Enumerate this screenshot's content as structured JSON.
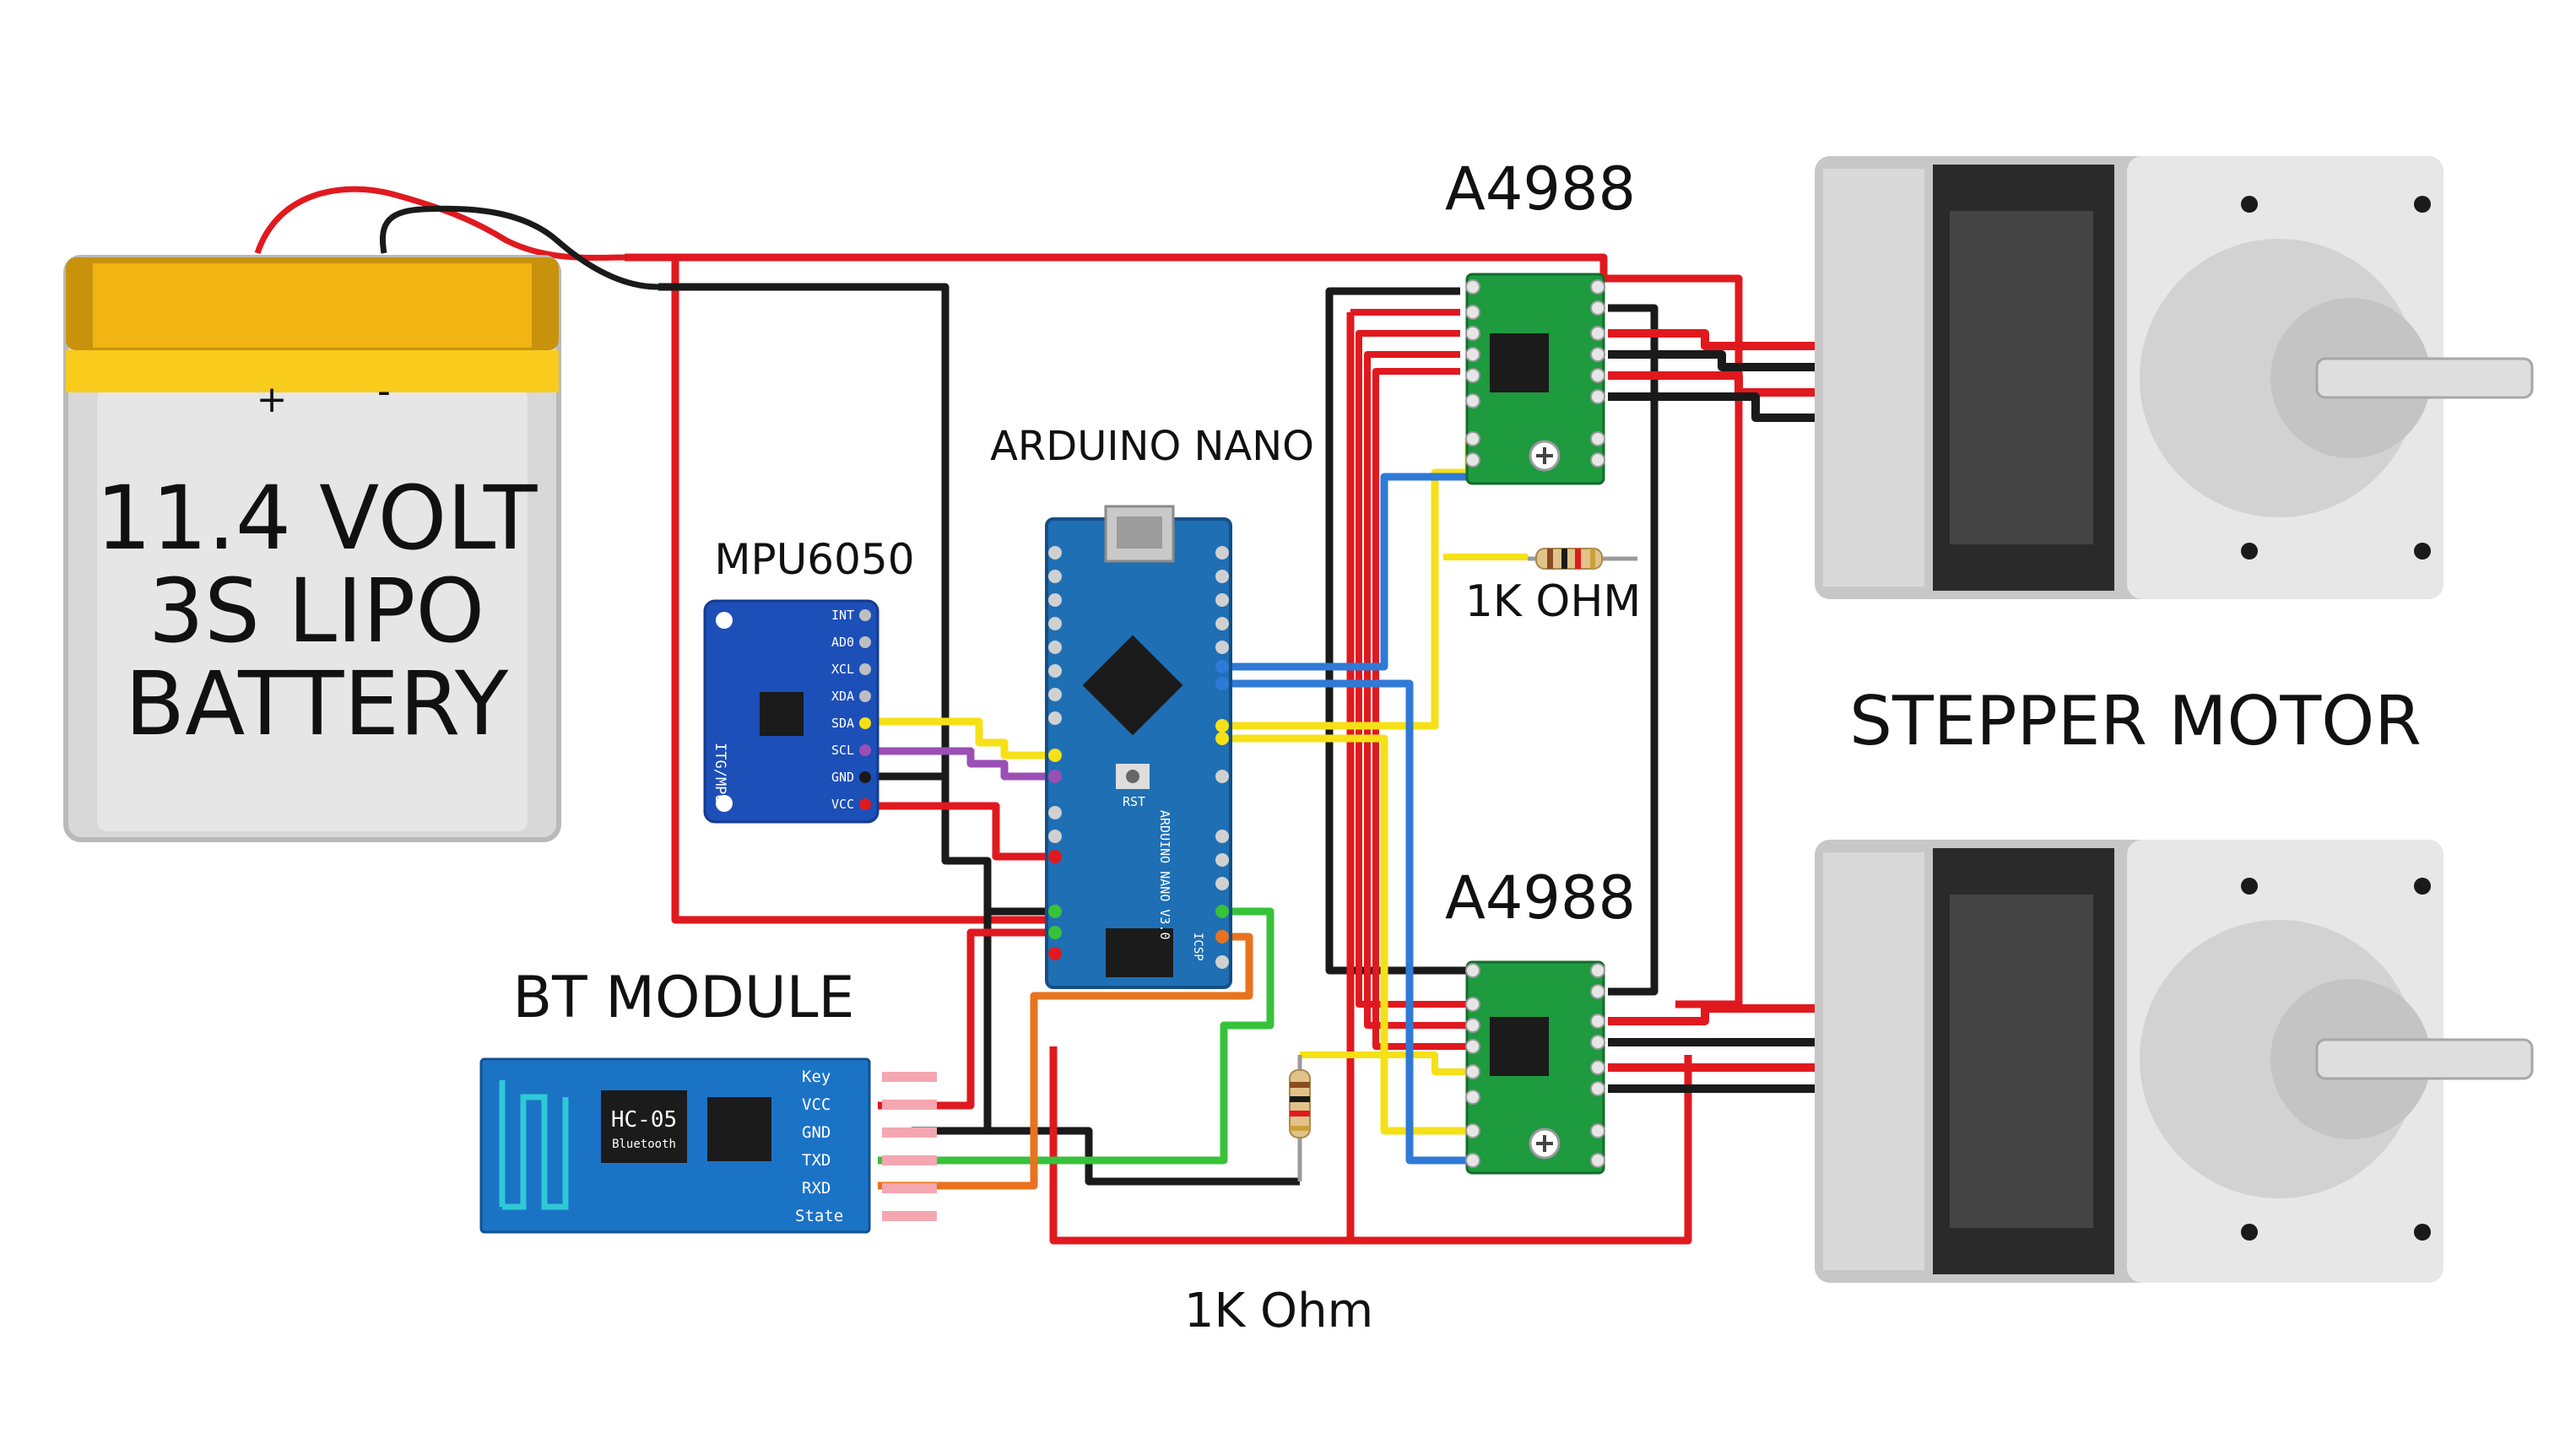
{
  "battery": {
    "plus": "+",
    "minus": "-",
    "line1": "11.4 VOLT",
    "line2": "3S LIPO",
    "line3": "BATTERY"
  },
  "mpu": {
    "title": "MPU6050",
    "pins": [
      "INT",
      "AD0",
      "XCL",
      "XDA",
      "SDA",
      "SCL",
      "GND",
      "VCC"
    ],
    "chip_text": "ITG/MPU"
  },
  "nano": {
    "title": "ARDUINO NANO",
    "board_text": "ARDUINO NANO V3.0",
    "icsp": "ICSP",
    "rst": "RST"
  },
  "drivers": {
    "top": "A4988",
    "bottom": "A4988"
  },
  "resistors": {
    "top_label": "1K OHM",
    "bottom_label": "1K Ohm"
  },
  "bt": {
    "title": "BT MODULE",
    "chip": "HC-05",
    "chip_sub": "Bluetooth",
    "pins": [
      "Key",
      "VCC",
      "GND",
      "TXD",
      "RXD",
      "State"
    ]
  },
  "motors": {
    "label": "STEPPER MOTOR"
  },
  "colors": {
    "red": "#e0191f",
    "black": "#1a1a1a",
    "yellow": "#f6e017",
    "blue": "#2f7ad6",
    "green": "#37c23a",
    "orange": "#e8731e",
    "purple": "#9b4fb5",
    "nano_board": "#1f6fb5",
    "mpu_board": "#1d4fb8",
    "driver_board": "#1e9a3f",
    "bt_board": "#1b73c6",
    "battery_gold": "#f1b412"
  }
}
